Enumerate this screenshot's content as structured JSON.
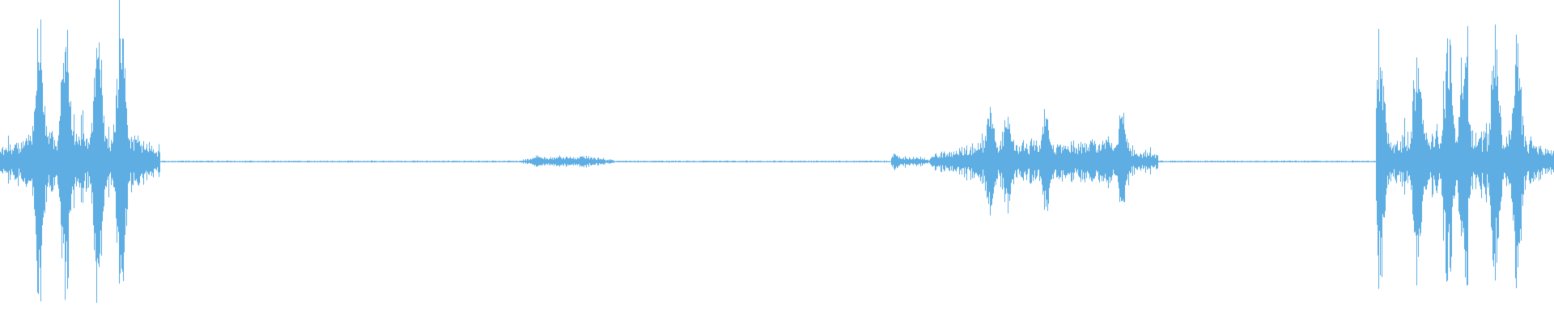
{
  "waveform": {
    "color": "#5eaee3",
    "background": "#ffffff",
    "baseline_fraction": 0.5,
    "segments": [
      {
        "start": 0.0,
        "end": 0.103,
        "peak": 0.88,
        "bursts": [
          0.025,
          0.042,
          0.063,
          0.078
        ],
        "density": "high"
      },
      {
        "start": 0.103,
        "end": 0.335,
        "peak": 0.01,
        "bursts": [],
        "density": "trace"
      },
      {
        "start": 0.335,
        "end": 0.395,
        "peak": 0.035,
        "bursts": [
          0.345,
          0.374
        ],
        "density": "low"
      },
      {
        "start": 0.395,
        "end": 0.573,
        "peak": 0.01,
        "bursts": [],
        "density": "trace"
      },
      {
        "start": 0.573,
        "end": 0.598,
        "peak": 0.05,
        "bursts": [
          0.576
        ],
        "density": "low"
      },
      {
        "start": 0.598,
        "end": 0.745,
        "peak": 0.33,
        "bursts": [
          0.637,
          0.648,
          0.673,
          0.722
        ],
        "density": "medium"
      },
      {
        "start": 0.745,
        "end": 0.885,
        "peak": 0.01,
        "bursts": [],
        "density": "trace"
      },
      {
        "start": 0.885,
        "end": 1.0,
        "peak": 0.75,
        "bursts": [
          0.888,
          0.912,
          0.932,
          0.942,
          0.962,
          0.976
        ],
        "density": "high"
      }
    ]
  }
}
